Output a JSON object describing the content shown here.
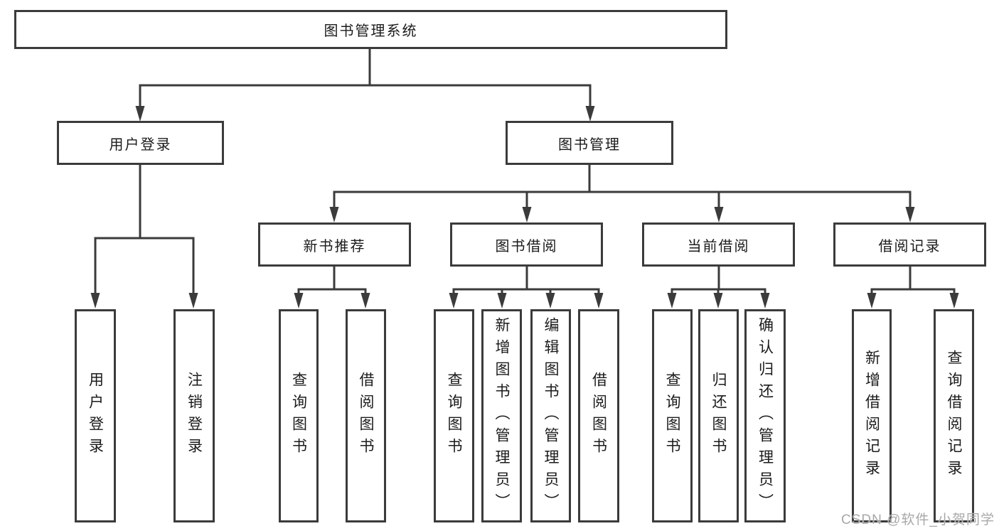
{
  "tree": {
    "label": "图书管理系统",
    "children": [
      {
        "label": "用户登录",
        "children": [
          {
            "label": "用户登录"
          },
          {
            "label": "注销登录"
          }
        ]
      },
      {
        "label": "图书管理",
        "children": [
          {
            "label": "新书推荐",
            "children": [
              {
                "label": "查询图书"
              },
              {
                "label": "借阅图书"
              }
            ]
          },
          {
            "label": "图书借阅",
            "children": [
              {
                "label": "查询图书"
              },
              {
                "label": "新增图书（管理员）"
              },
              {
                "label": "编辑图书（管理员）"
              },
              {
                "label": "借阅图书"
              }
            ]
          },
          {
            "label": "当前借阅",
            "children": [
              {
                "label": "查询图书"
              },
              {
                "label": "归还图书"
              },
              {
                "label": "确认归还（管理员）"
              }
            ]
          },
          {
            "label": "借阅记录",
            "children": [
              {
                "label": "新增借阅记录"
              },
              {
                "label": "查询借阅记录"
              }
            ]
          }
        ]
      }
    ]
  },
  "watermark": "CSDN @软件_小贺同学",
  "colors": {
    "line": "#3b3b3b",
    "box_border": "#3b3b3b",
    "text": "#1b1b1b",
    "background": "#ffffff",
    "watermark": "#a8a8a8"
  }
}
